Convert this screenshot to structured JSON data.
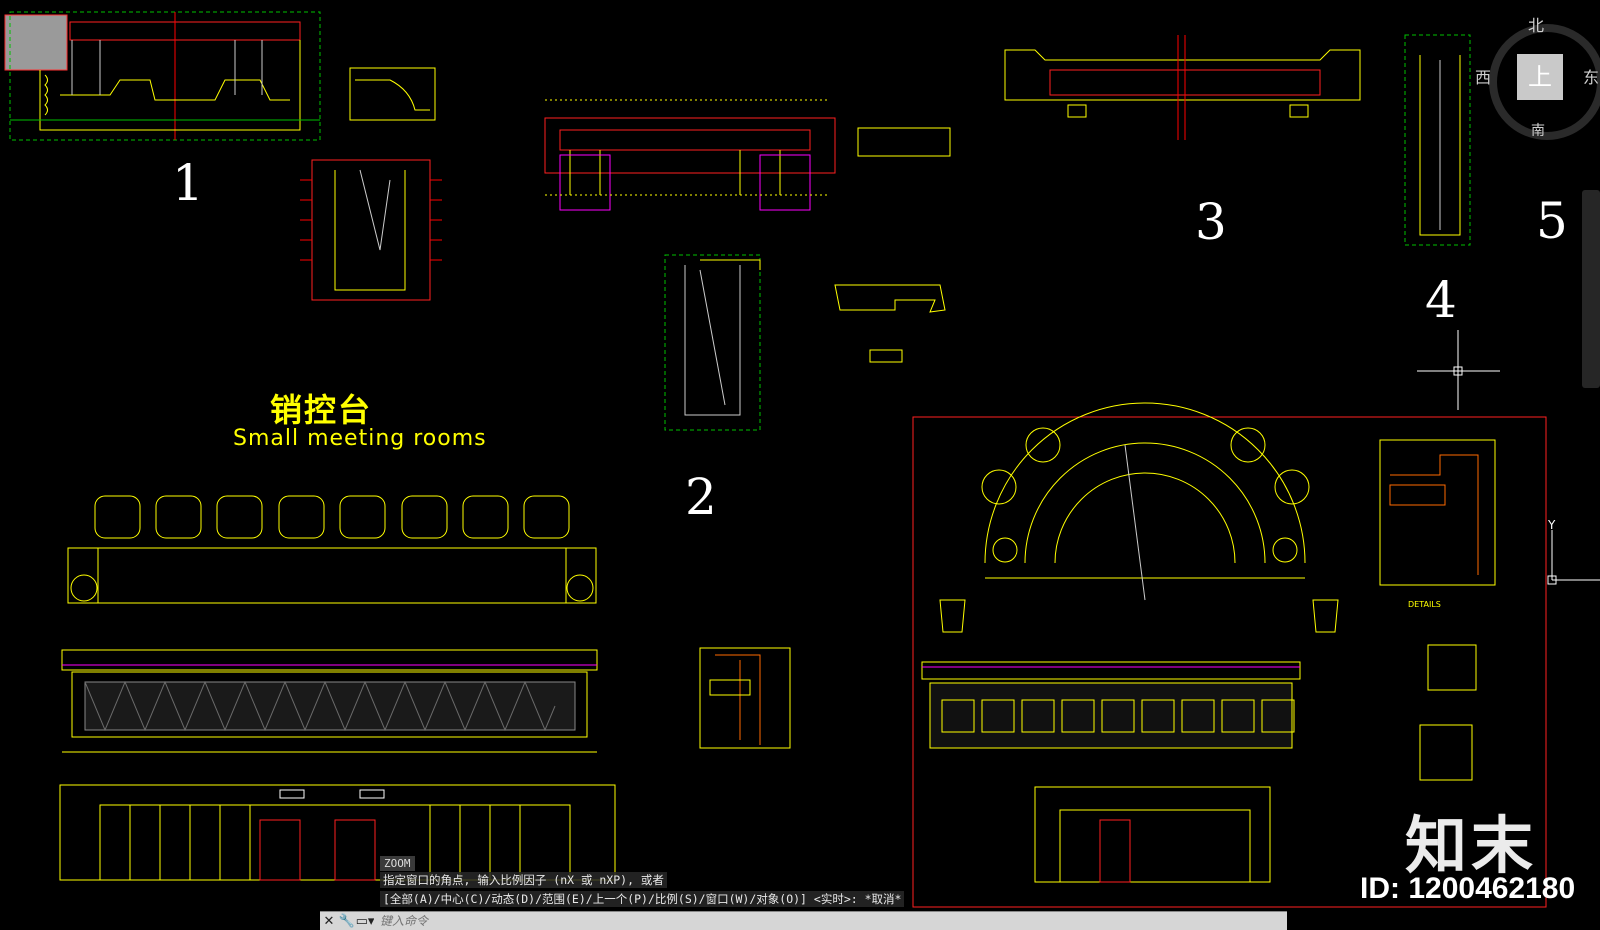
{
  "drawing": {
    "view_labels": [
      "1",
      "2",
      "3",
      "4",
      "5"
    ],
    "title_cn": "销控台",
    "title_en": "Small meeting rooms",
    "details_tag": "DETAILS"
  },
  "compass": {
    "north": "北",
    "west": "西",
    "east": "东",
    "south": "南",
    "view_button": "上"
  },
  "axis": {
    "y": "Y"
  },
  "command": {
    "zoom_tag": "ZOOM",
    "prompt_line1": "指定窗口的角点, 输入比例因子 (nX 或 nXP), 或者",
    "prompt_line2": "[全部(A)/中心(C)/动态(D)/范围(E)/上一个(P)/比例(S)/窗口(W)/对象(O)] <实时>: *取消*",
    "input_placeholder": "键入命令"
  },
  "watermark": {
    "logo": "知末",
    "id": "ID: 1200462180"
  },
  "colors": {
    "background": "#000000",
    "cad_yellow": "#ffff00",
    "cad_red": "#ff0000",
    "cad_green": "#00c000",
    "cad_magenta": "#ff00ff",
    "cad_white": "#ffffff"
  },
  "icons": [
    "close-icon",
    "wrench-icon",
    "command-list-icon"
  ]
}
